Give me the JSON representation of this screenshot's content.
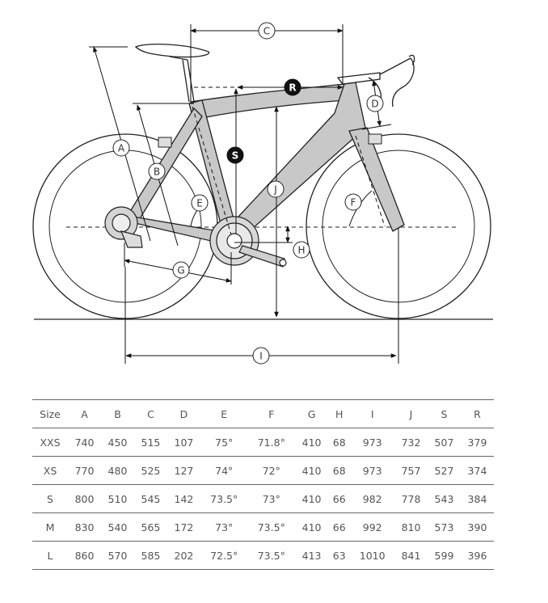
{
  "diagram": {
    "labels": [
      "A",
      "B",
      "C",
      "D",
      "E",
      "F",
      "G",
      "H",
      "I",
      "J",
      "S",
      "R"
    ]
  },
  "table": {
    "headers": [
      "Size",
      "A",
      "B",
      "C",
      "D",
      "E",
      "F",
      "G",
      "H",
      "I",
      "J",
      "S",
      "R"
    ],
    "rows": [
      [
        "XXS",
        "740",
        "450",
        "515",
        "107",
        "75°",
        "71.8°",
        "410",
        "68",
        "973",
        "732",
        "507",
        "379"
      ],
      [
        "XS",
        "770",
        "480",
        "525",
        "127",
        "74°",
        "72°",
        "410",
        "68",
        "973",
        "757",
        "527",
        "374"
      ],
      [
        "S",
        "800",
        "510",
        "545",
        "142",
        "73.5°",
        "73°",
        "410",
        "66",
        "982",
        "778",
        "543",
        "384"
      ],
      [
        "M",
        "830",
        "540",
        "565",
        "172",
        "73°",
        "73.5°",
        "410",
        "66",
        "992",
        "810",
        "573",
        "390"
      ],
      [
        "L",
        "860",
        "570",
        "585",
        "202",
        "72.5°",
        "73.5°",
        "413",
        "63",
        "1010",
        "841",
        "599",
        "396"
      ]
    ]
  }
}
